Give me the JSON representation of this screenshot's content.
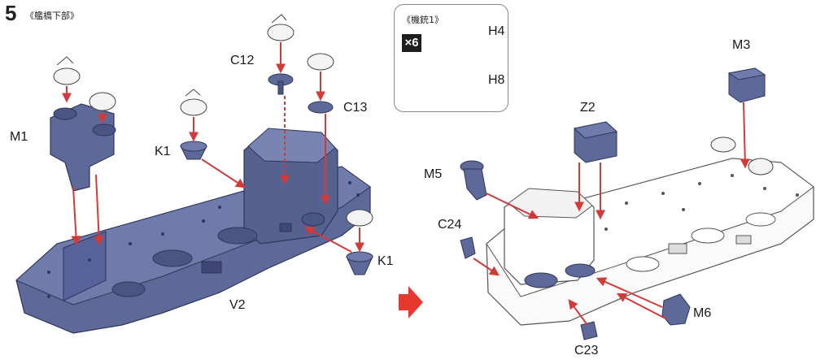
{
  "step": {
    "number": "5",
    "title": "《艦橋下部》"
  },
  "inset": {
    "title": "《機銃1》",
    "quantity": "×6",
    "parts": [
      "H4",
      "H8"
    ]
  },
  "left_assembly": {
    "base_part": "V2",
    "part_labels": {
      "m1": "M1",
      "k1_upper": "K1",
      "c12": "C12",
      "c13": "C13",
      "k1_lower": "K1"
    }
  },
  "right_assembly": {
    "part_labels": {
      "m3": "M3",
      "z2": "Z2",
      "m5": "M5",
      "c24": "C24",
      "m6": "M6",
      "c23": "C23"
    }
  },
  "colors": {
    "part_fill": "#5d6a99",
    "part_stroke": "#2f3659",
    "arrow": "#d23a3a",
    "outline": "#555555",
    "next_arrow": "#e8372c"
  }
}
